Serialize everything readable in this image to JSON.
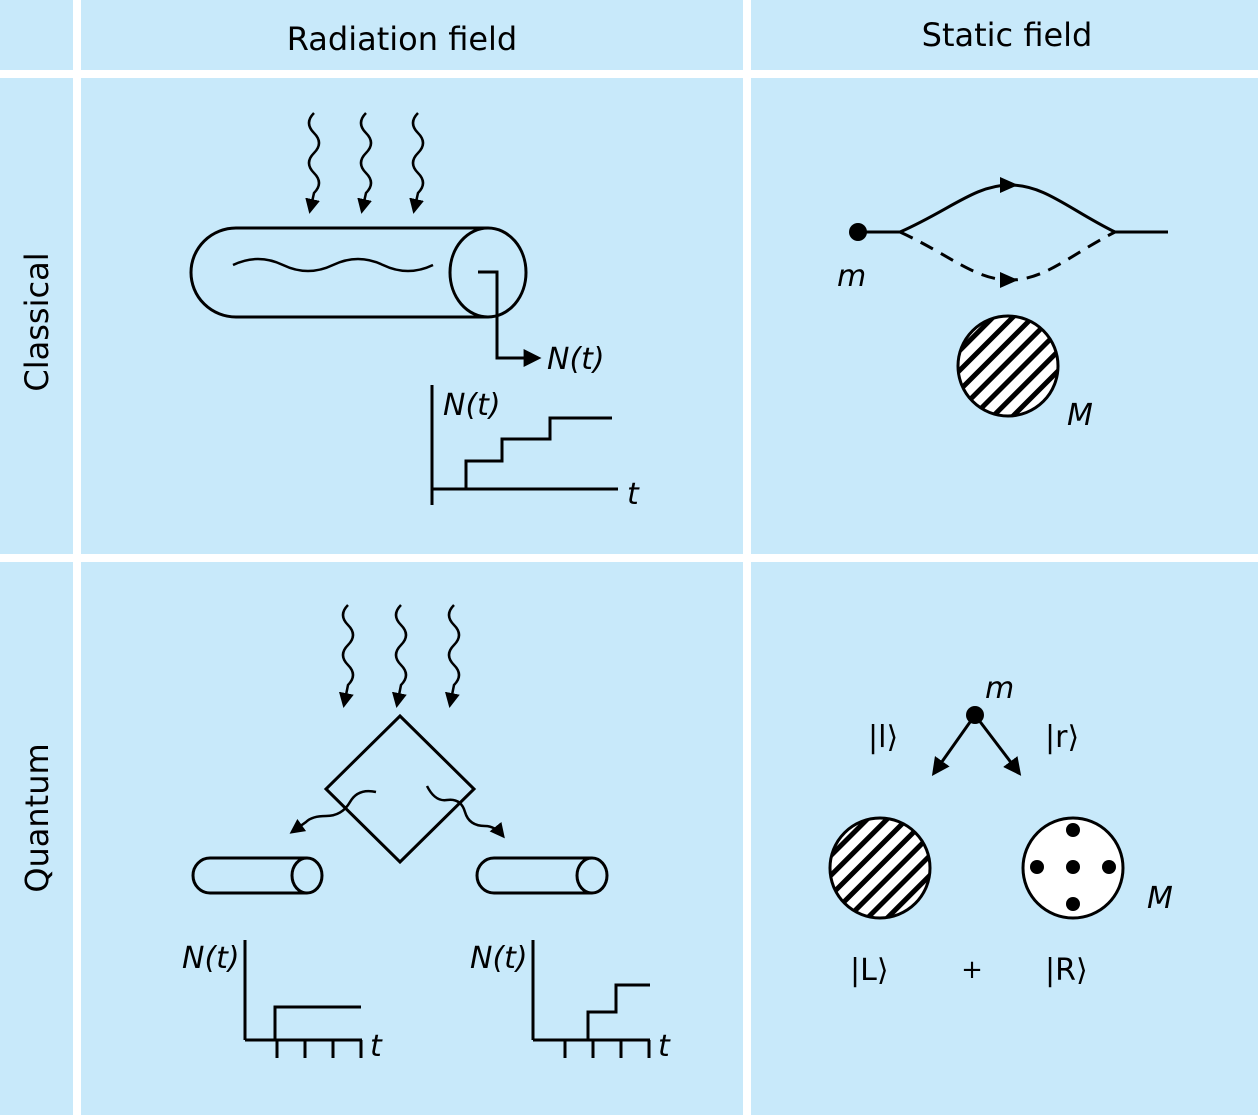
{
  "headers": {
    "col1": "Radiation field",
    "col2": "Static field",
    "row1": "Classical",
    "row2": "Quantum"
  },
  "classical_radiation": {
    "detector_output": "N(t)",
    "graph_ylabel": "N(t)",
    "graph_xlabel": "t"
  },
  "classical_static": {
    "particle_mass": "m",
    "source_mass": "M"
  },
  "quantum_radiation": {
    "left_graph_ylabel": "N(t)",
    "left_graph_xlabel": "t",
    "right_graph_ylabel": "N(t)",
    "right_graph_xlabel": "t"
  },
  "quantum_static": {
    "particle_mass": "m",
    "left_path_state": "|l⟩",
    "right_path_state": "|r⟩",
    "left_source_state": "|L⟩",
    "plus_sign": "+",
    "right_source_state": "|R⟩",
    "source_mass": "M"
  },
  "colors": {
    "cell_background": "#c8e9fa",
    "grid_lines": "#ffffff",
    "ink": "#000000"
  }
}
